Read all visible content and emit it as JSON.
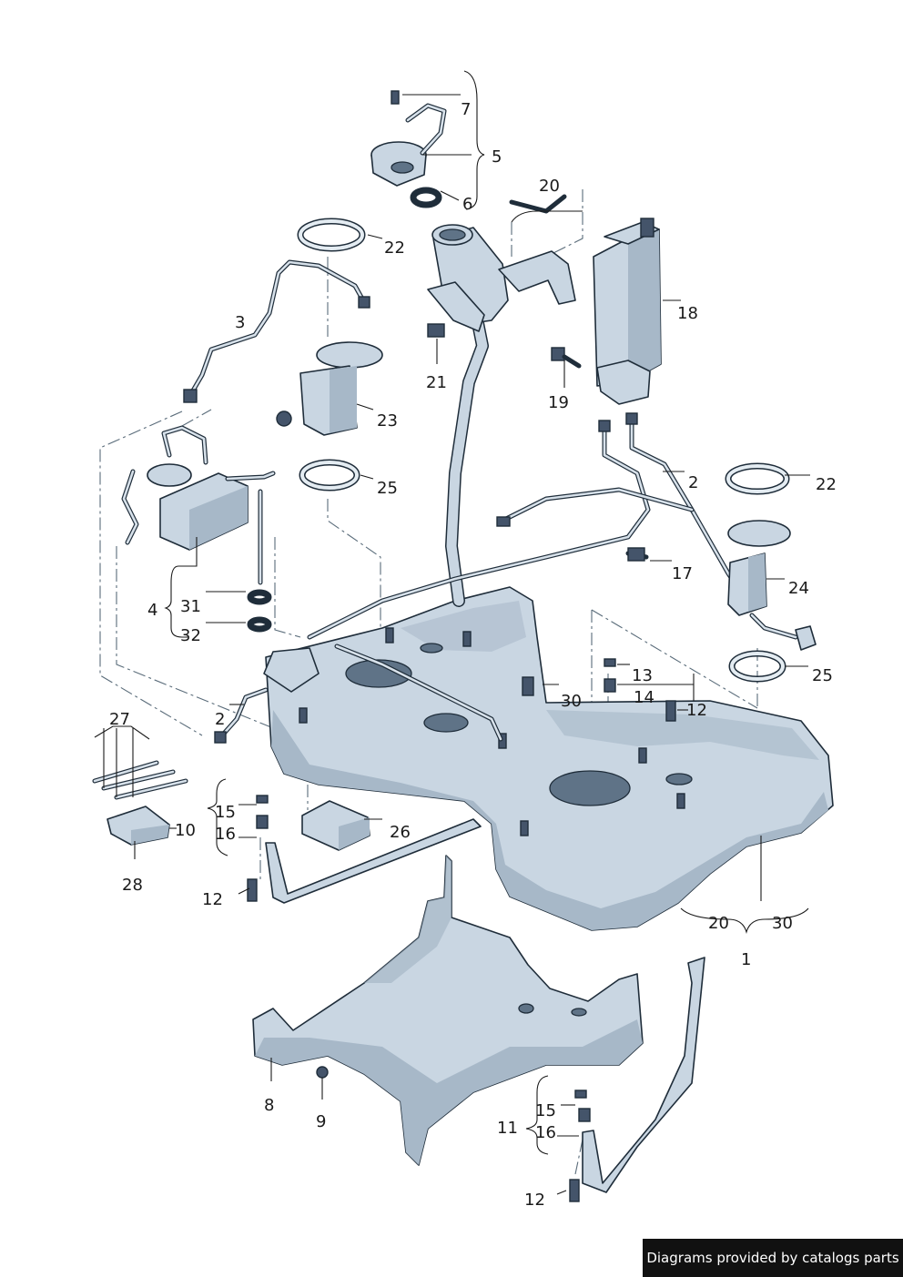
{
  "callouts": {
    "c1": "1",
    "c2a": "2",
    "c2b": "2",
    "c3": "3",
    "c4": "4",
    "c5": "5",
    "c6": "6",
    "c7": "7",
    "c8": "8",
    "c9": "9",
    "c10": "10",
    "c11": "11",
    "c12a": "12",
    "c12b": "12",
    "c12c": "12",
    "c13": "13",
    "c14": "14",
    "c15a": "15",
    "c15b": "15",
    "c16a": "16",
    "c16b": "16",
    "c17": "17",
    "c18": "18",
    "c19": "19",
    "c20a": "20",
    "c20b": "20",
    "c21": "21",
    "c22a": "22",
    "c22b": "22",
    "c23": "23",
    "c24": "24",
    "c25a": "25",
    "c25b": "25",
    "c26": "26",
    "c27": "27",
    "c28": "28",
    "c30a": "30",
    "c30b": "30",
    "c31": "31",
    "c32": "32"
  },
  "credit": "Diagrams provided by catalogs parts",
  "colors": {
    "part_fill": "#c9d6e2",
    "outline": "#1f2d3a",
    "credit_bg": "#111111"
  }
}
